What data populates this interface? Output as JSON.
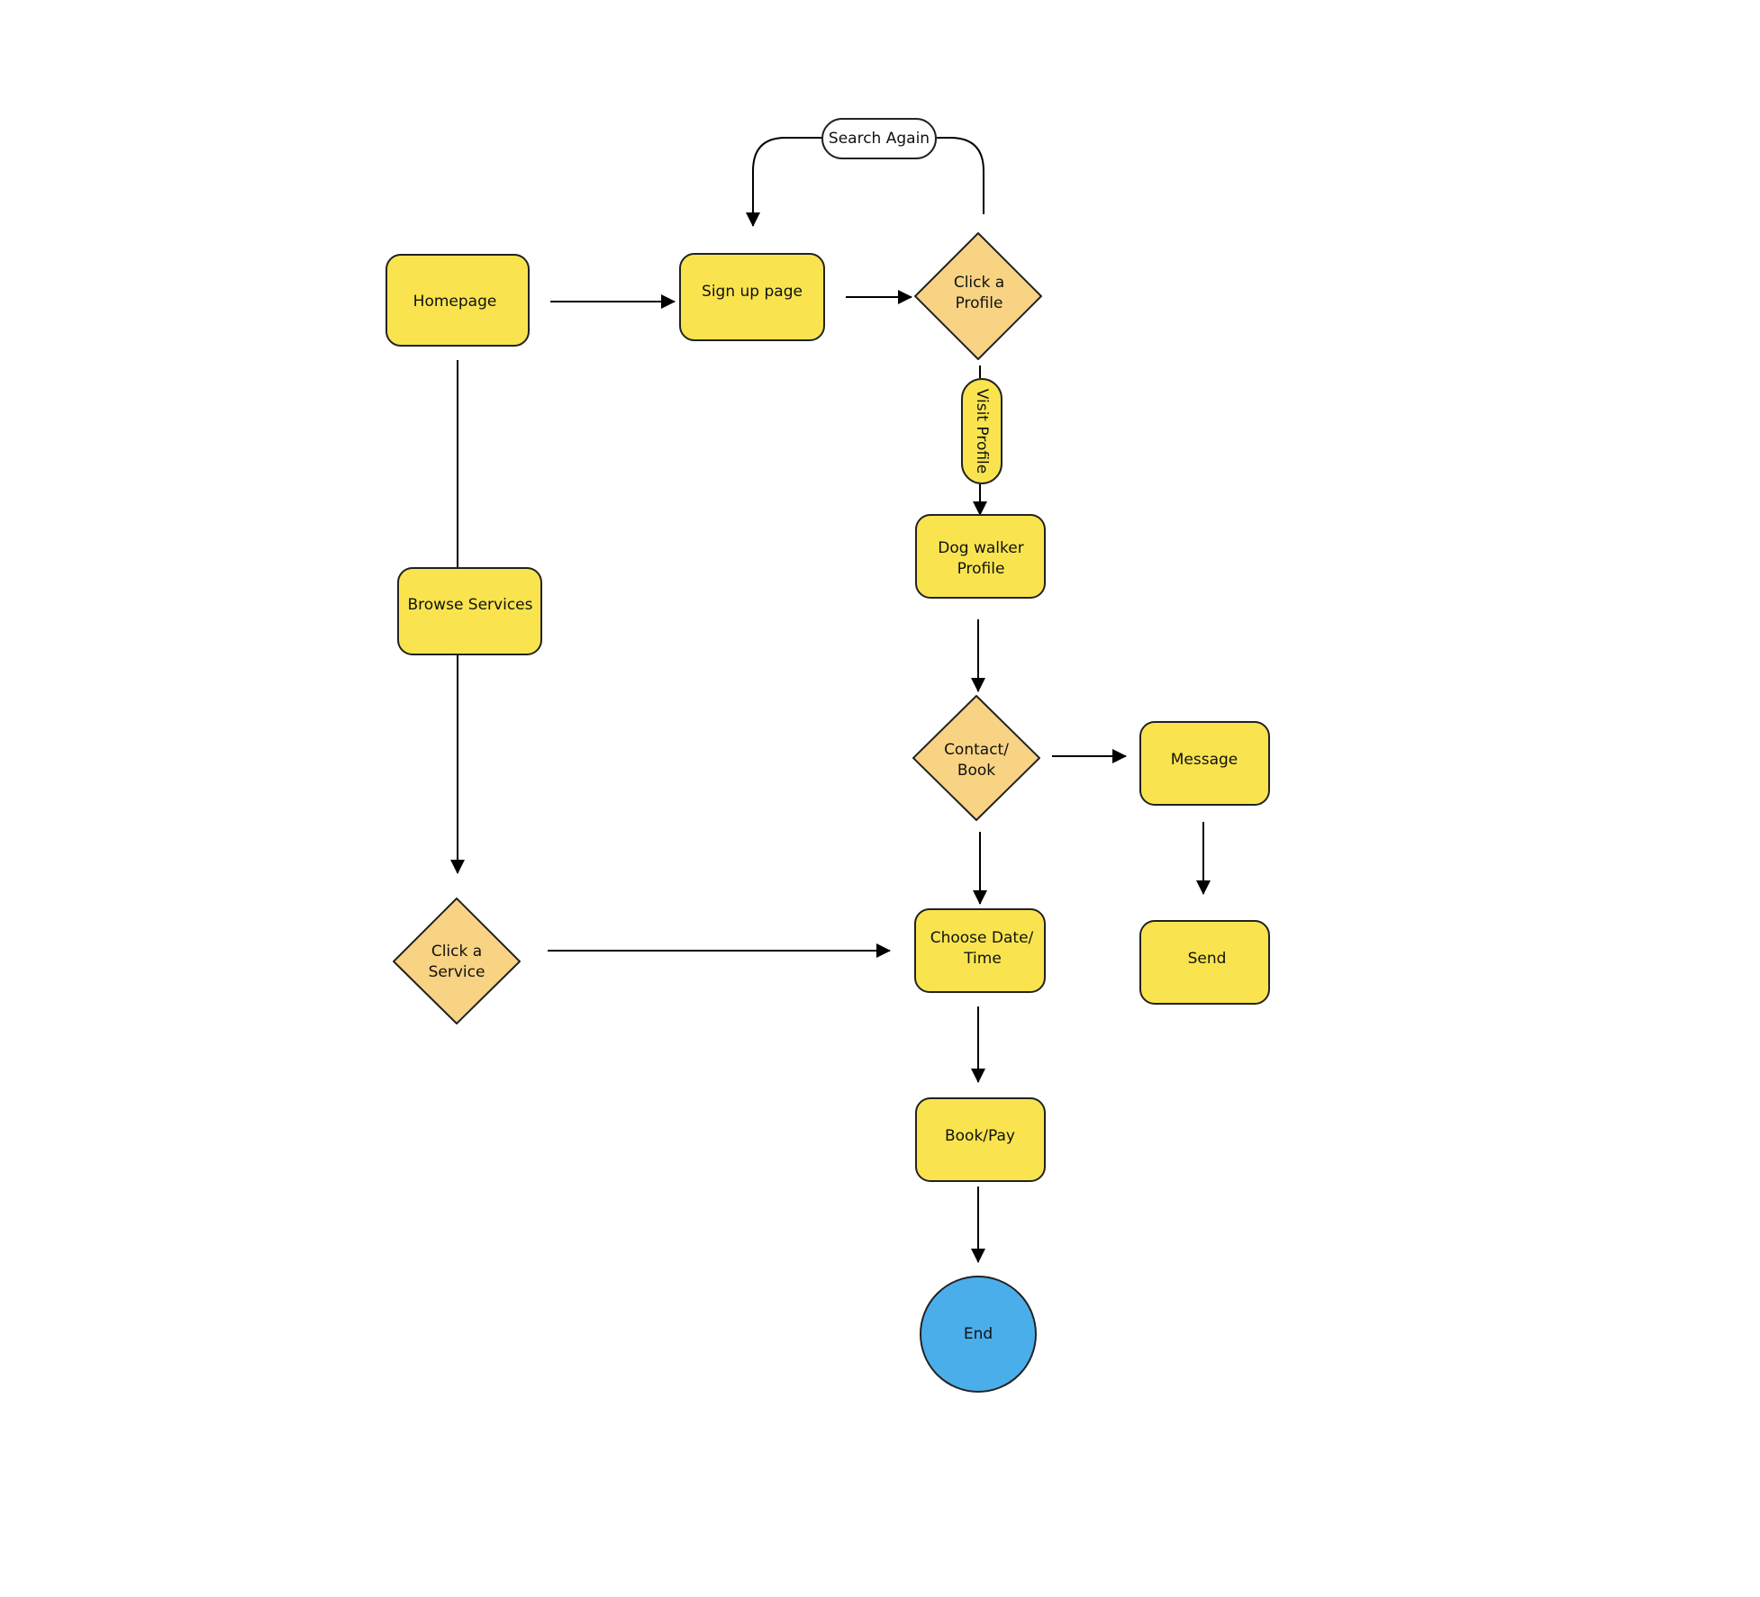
{
  "colors": {
    "process_fill": "#f9e44f",
    "decision_fill": "#f8d384",
    "end_fill": "#4aaeea",
    "label_fill": "#ffffff",
    "stroke": "#222222"
  },
  "nodes": {
    "homepage": "Homepage",
    "signup": "Sign up page",
    "click_profile": [
      "Click a",
      "Profile"
    ],
    "search_again": "Search Again",
    "visit_profile": "Visit Profile",
    "dog_walker": [
      "Dog walker",
      "Profile"
    ],
    "browse_services": "Browse Services",
    "contact_book": [
      "Contact/",
      "Book"
    ],
    "message": "Message",
    "send": "Send",
    "click_service": [
      "Click a",
      "Service"
    ],
    "choose_date": [
      "Choose Date/",
      "Time"
    ],
    "book_pay": "Book/Pay",
    "end": "End"
  }
}
